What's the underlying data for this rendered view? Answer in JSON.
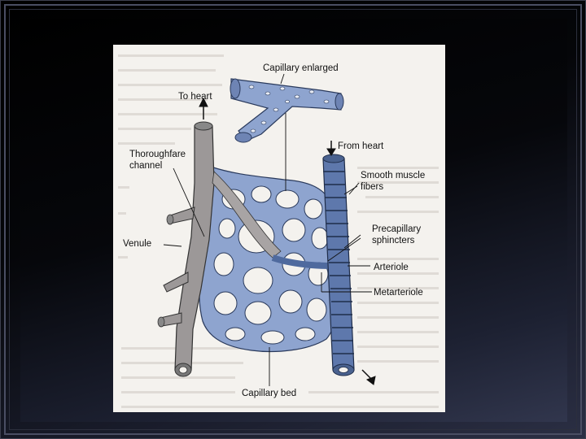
{
  "diagram": {
    "labels": {
      "capillary_enlarged": "Capillary enlarged",
      "to_heart": "To heart",
      "from_heart": "From heart",
      "thoroughfare_channel_line1": "Thoroughfare",
      "thoroughfare_channel_line2": "channel",
      "smooth_muscle_line1": "Smooth muscle",
      "smooth_muscle_line2": "fibers",
      "precapillary_line1": "Precapillary",
      "precapillary_line2": "sphincters",
      "venule": "Venule",
      "arteriole": "Arteriole",
      "metarteriole": "Metarteriole",
      "capillary_bed": "Capillary bed"
    }
  },
  "colors": {
    "venule": "#9a9696",
    "capillary": "#8a9cc4",
    "arteriole": "#4f6a9e",
    "paper": "#f4f2ee"
  }
}
